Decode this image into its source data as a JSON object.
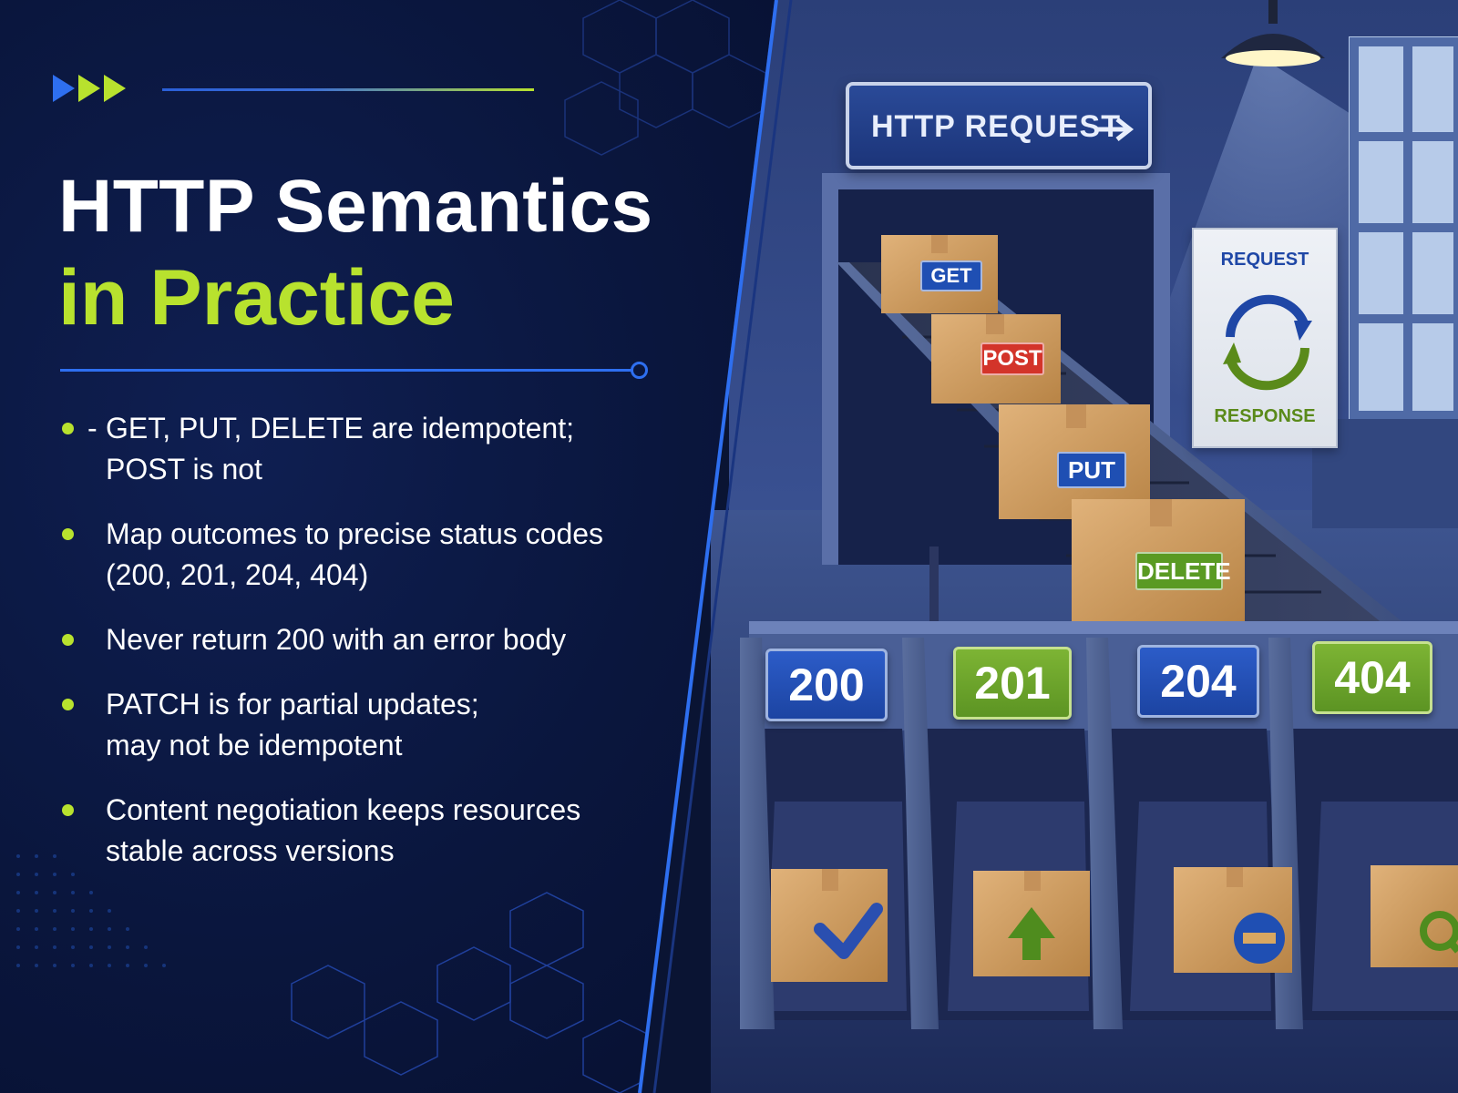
{
  "title": {
    "line1": "HTTP Semantics",
    "line2": "in Practice"
  },
  "bullets": [
    {
      "prefix": "-",
      "lines": [
        "GET, PUT, DELETE are idempotent;",
        "POST is not"
      ]
    },
    {
      "prefix": "",
      "lines": [
        "Map outcomes to precise status codes",
        "(200, 201, 204, 404)"
      ]
    },
    {
      "prefix": "",
      "lines": [
        "Never return 200 with an error body"
      ]
    },
    {
      "prefix": "",
      "lines": [
        "PATCH is for partial updates;",
        "may not be idempotent"
      ]
    },
    {
      "prefix": "",
      "lines": [
        "Content negotiation keeps resources",
        "stable across versions"
      ]
    }
  ],
  "scene": {
    "sign": "HTTP REQUEST",
    "poster": {
      "top": "REQUEST",
      "bottom": "RESPONSE"
    },
    "methods": [
      "GET",
      "POST",
      "PUT",
      "DELETE"
    ],
    "status_codes": [
      "200",
      "201",
      "204",
      "404"
    ]
  },
  "colors": {
    "background": "#0a163d",
    "accent_green": "#b8e22e",
    "accent_blue": "#2e6ff0",
    "text": "#ffffff"
  },
  "icons": [
    "arrow-right-icon",
    "cycle-arrows-icon",
    "checkmark-icon",
    "up-arrow-icon",
    "minus-icon",
    "search-icon"
  ]
}
